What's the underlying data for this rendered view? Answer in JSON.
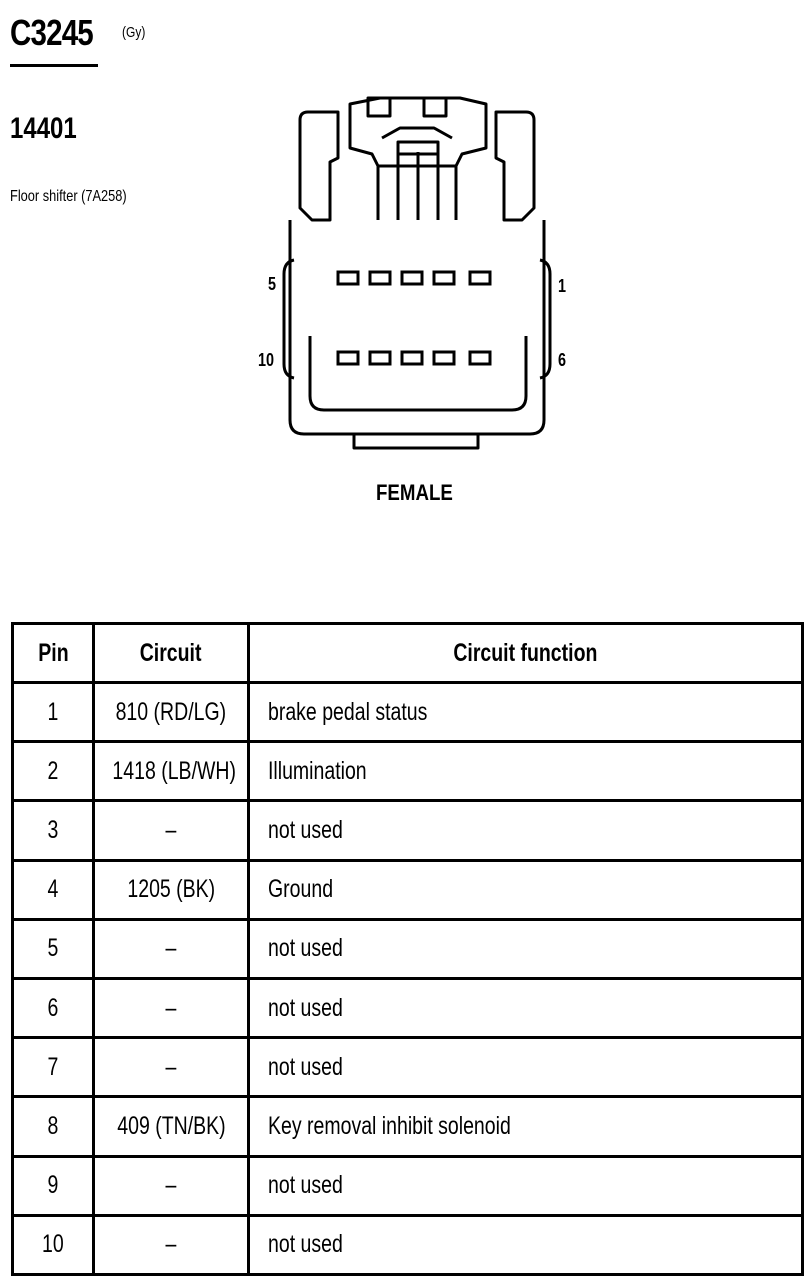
{
  "header": {
    "connector_id": "C3245",
    "connector_color": "(Gy)",
    "part_number": "14401",
    "component": "Floor shifter (7A258)"
  },
  "connector": {
    "pin_labels": {
      "top_left": "5",
      "top_right": "1",
      "bottom_left": "10",
      "bottom_right": "6"
    },
    "gender": "FEMALE"
  },
  "table": {
    "headers": {
      "pin": "Pin",
      "circuit": "Circuit",
      "function": "Circuit function"
    },
    "rows": [
      {
        "pin": "1",
        "circuit": "810 (RD/LG)",
        "function": "brake pedal status"
      },
      {
        "pin": "2",
        "circuit": "1418 (LB/WH)",
        "function": "Illumination"
      },
      {
        "pin": "3",
        "circuit": "–",
        "function": "not used"
      },
      {
        "pin": "4",
        "circuit": "1205 (BK)",
        "function": "Ground"
      },
      {
        "pin": "5",
        "circuit": "–",
        "function": "not used"
      },
      {
        "pin": "6",
        "circuit": "–",
        "function": "not used"
      },
      {
        "pin": "7",
        "circuit": "–",
        "function": "not used"
      },
      {
        "pin": "8",
        "circuit": "409 (TN/BK)",
        "function": "Key removal inhibit solenoid"
      },
      {
        "pin": "9",
        "circuit": "–",
        "function": "not used"
      },
      {
        "pin": "10",
        "circuit": "–",
        "function": "not used"
      }
    ]
  }
}
